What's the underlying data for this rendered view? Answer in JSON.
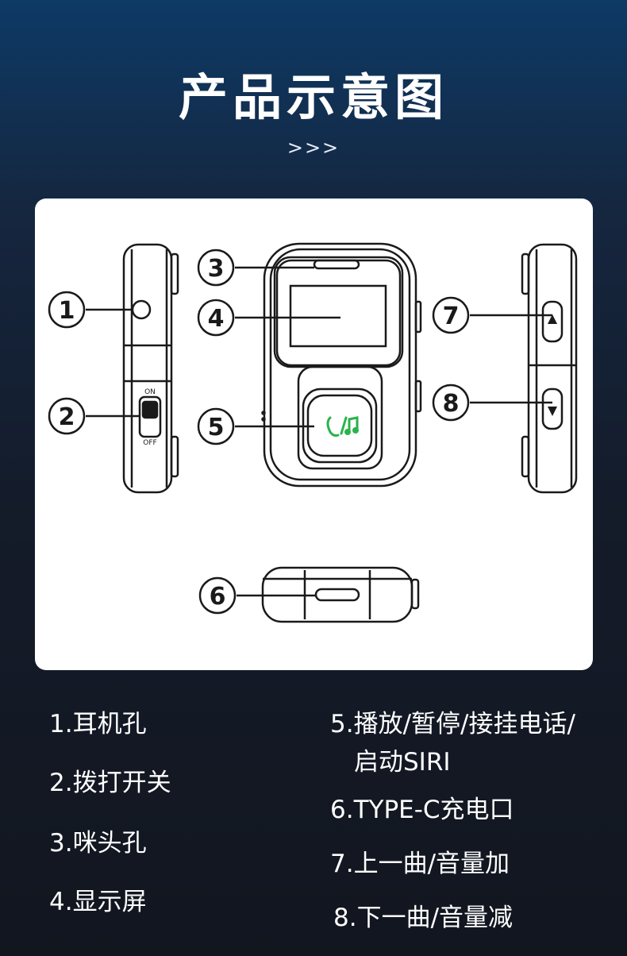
{
  "header": {
    "title": "产品示意图",
    "chevrons": ">>>"
  },
  "diagram": {
    "callouts": [
      "1",
      "2",
      "3",
      "4",
      "5",
      "6",
      "7",
      "8"
    ],
    "switch_on": "ON",
    "switch_off": "OFF",
    "accent_color": "#2bb24c"
  },
  "legend": [
    "1.耳机孔",
    "2.拨打开关",
    "3.咪头孔",
    "4.显示屏",
    "5.播放/暂停/接挂电话/",
    "启动SIRI",
    "6.TYPE-C充电口",
    "7.上一曲/音量加",
    "8.下一曲/音量减"
  ]
}
